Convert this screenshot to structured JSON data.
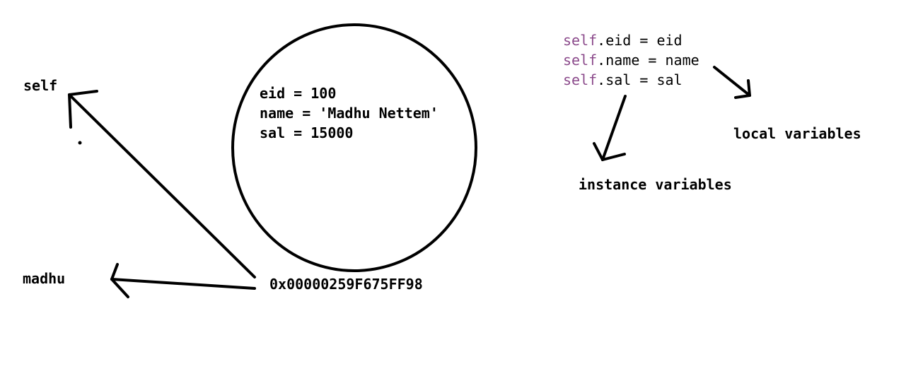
{
  "labels": {
    "self": "self",
    "madhu": "madhu",
    "address": "0x00000259F675FF98",
    "local_variables": "local variables",
    "instance_variables": "instance variables"
  },
  "object": {
    "attributes": [
      "eid = 100",
      "name = 'Madhu Nettem'",
      "sal = 15000"
    ]
  },
  "code": {
    "keyword_color": "#8b4a8b",
    "lines": [
      {
        "keyword": "self",
        "rest": ".eid = eid"
      },
      {
        "keyword": "self",
        "rest": ".name = name"
      },
      {
        "keyword": "self",
        "rest": ".sal = sal"
      }
    ]
  }
}
